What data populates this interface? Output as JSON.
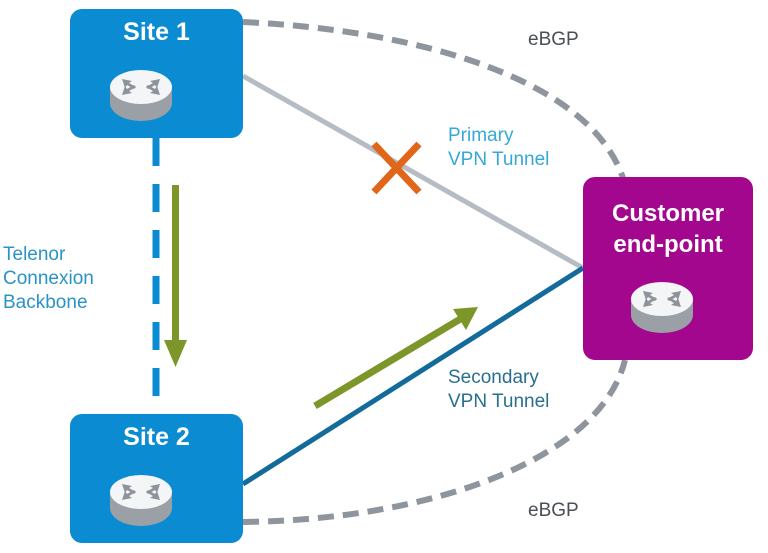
{
  "diagram": {
    "nodes": {
      "site1": {
        "title": "Site 1",
        "icon": "router-icon",
        "color": "#0b8bd1"
      },
      "site2": {
        "title": "Site 2",
        "icon": "router-icon",
        "color": "#0b8bd1"
      },
      "customer": {
        "title_line1": "Customer",
        "title_line2": "end-point",
        "icon": "router-icon",
        "color": "#a3078e"
      }
    },
    "links": {
      "backbone": {
        "label_lines": [
          "Telenor",
          "Connexion",
          "Backbone"
        ],
        "style": "dashed",
        "color": "#0b8bd1"
      },
      "primary": {
        "label_lines": [
          "Primary",
          "VPN Tunnel"
        ],
        "status": "failed",
        "color": "#b5bcc3",
        "failure_mark_color": "#e0661a"
      },
      "secondary": {
        "label_lines": [
          "Secondary",
          "VPN Tunnel"
        ],
        "status": "active",
        "color": "#136b9b"
      },
      "ebgp_top": {
        "label": "eBGP",
        "style": "dashed",
        "color": "#8e959d"
      },
      "ebgp_bottom": {
        "label": "eBGP",
        "style": "dashed",
        "color": "#8e959d"
      }
    },
    "traffic_arrows": {
      "color": "#7d962a",
      "paths": [
        "Site 1 → Site 2",
        "Site 2 → Customer end-point"
      ]
    }
  }
}
